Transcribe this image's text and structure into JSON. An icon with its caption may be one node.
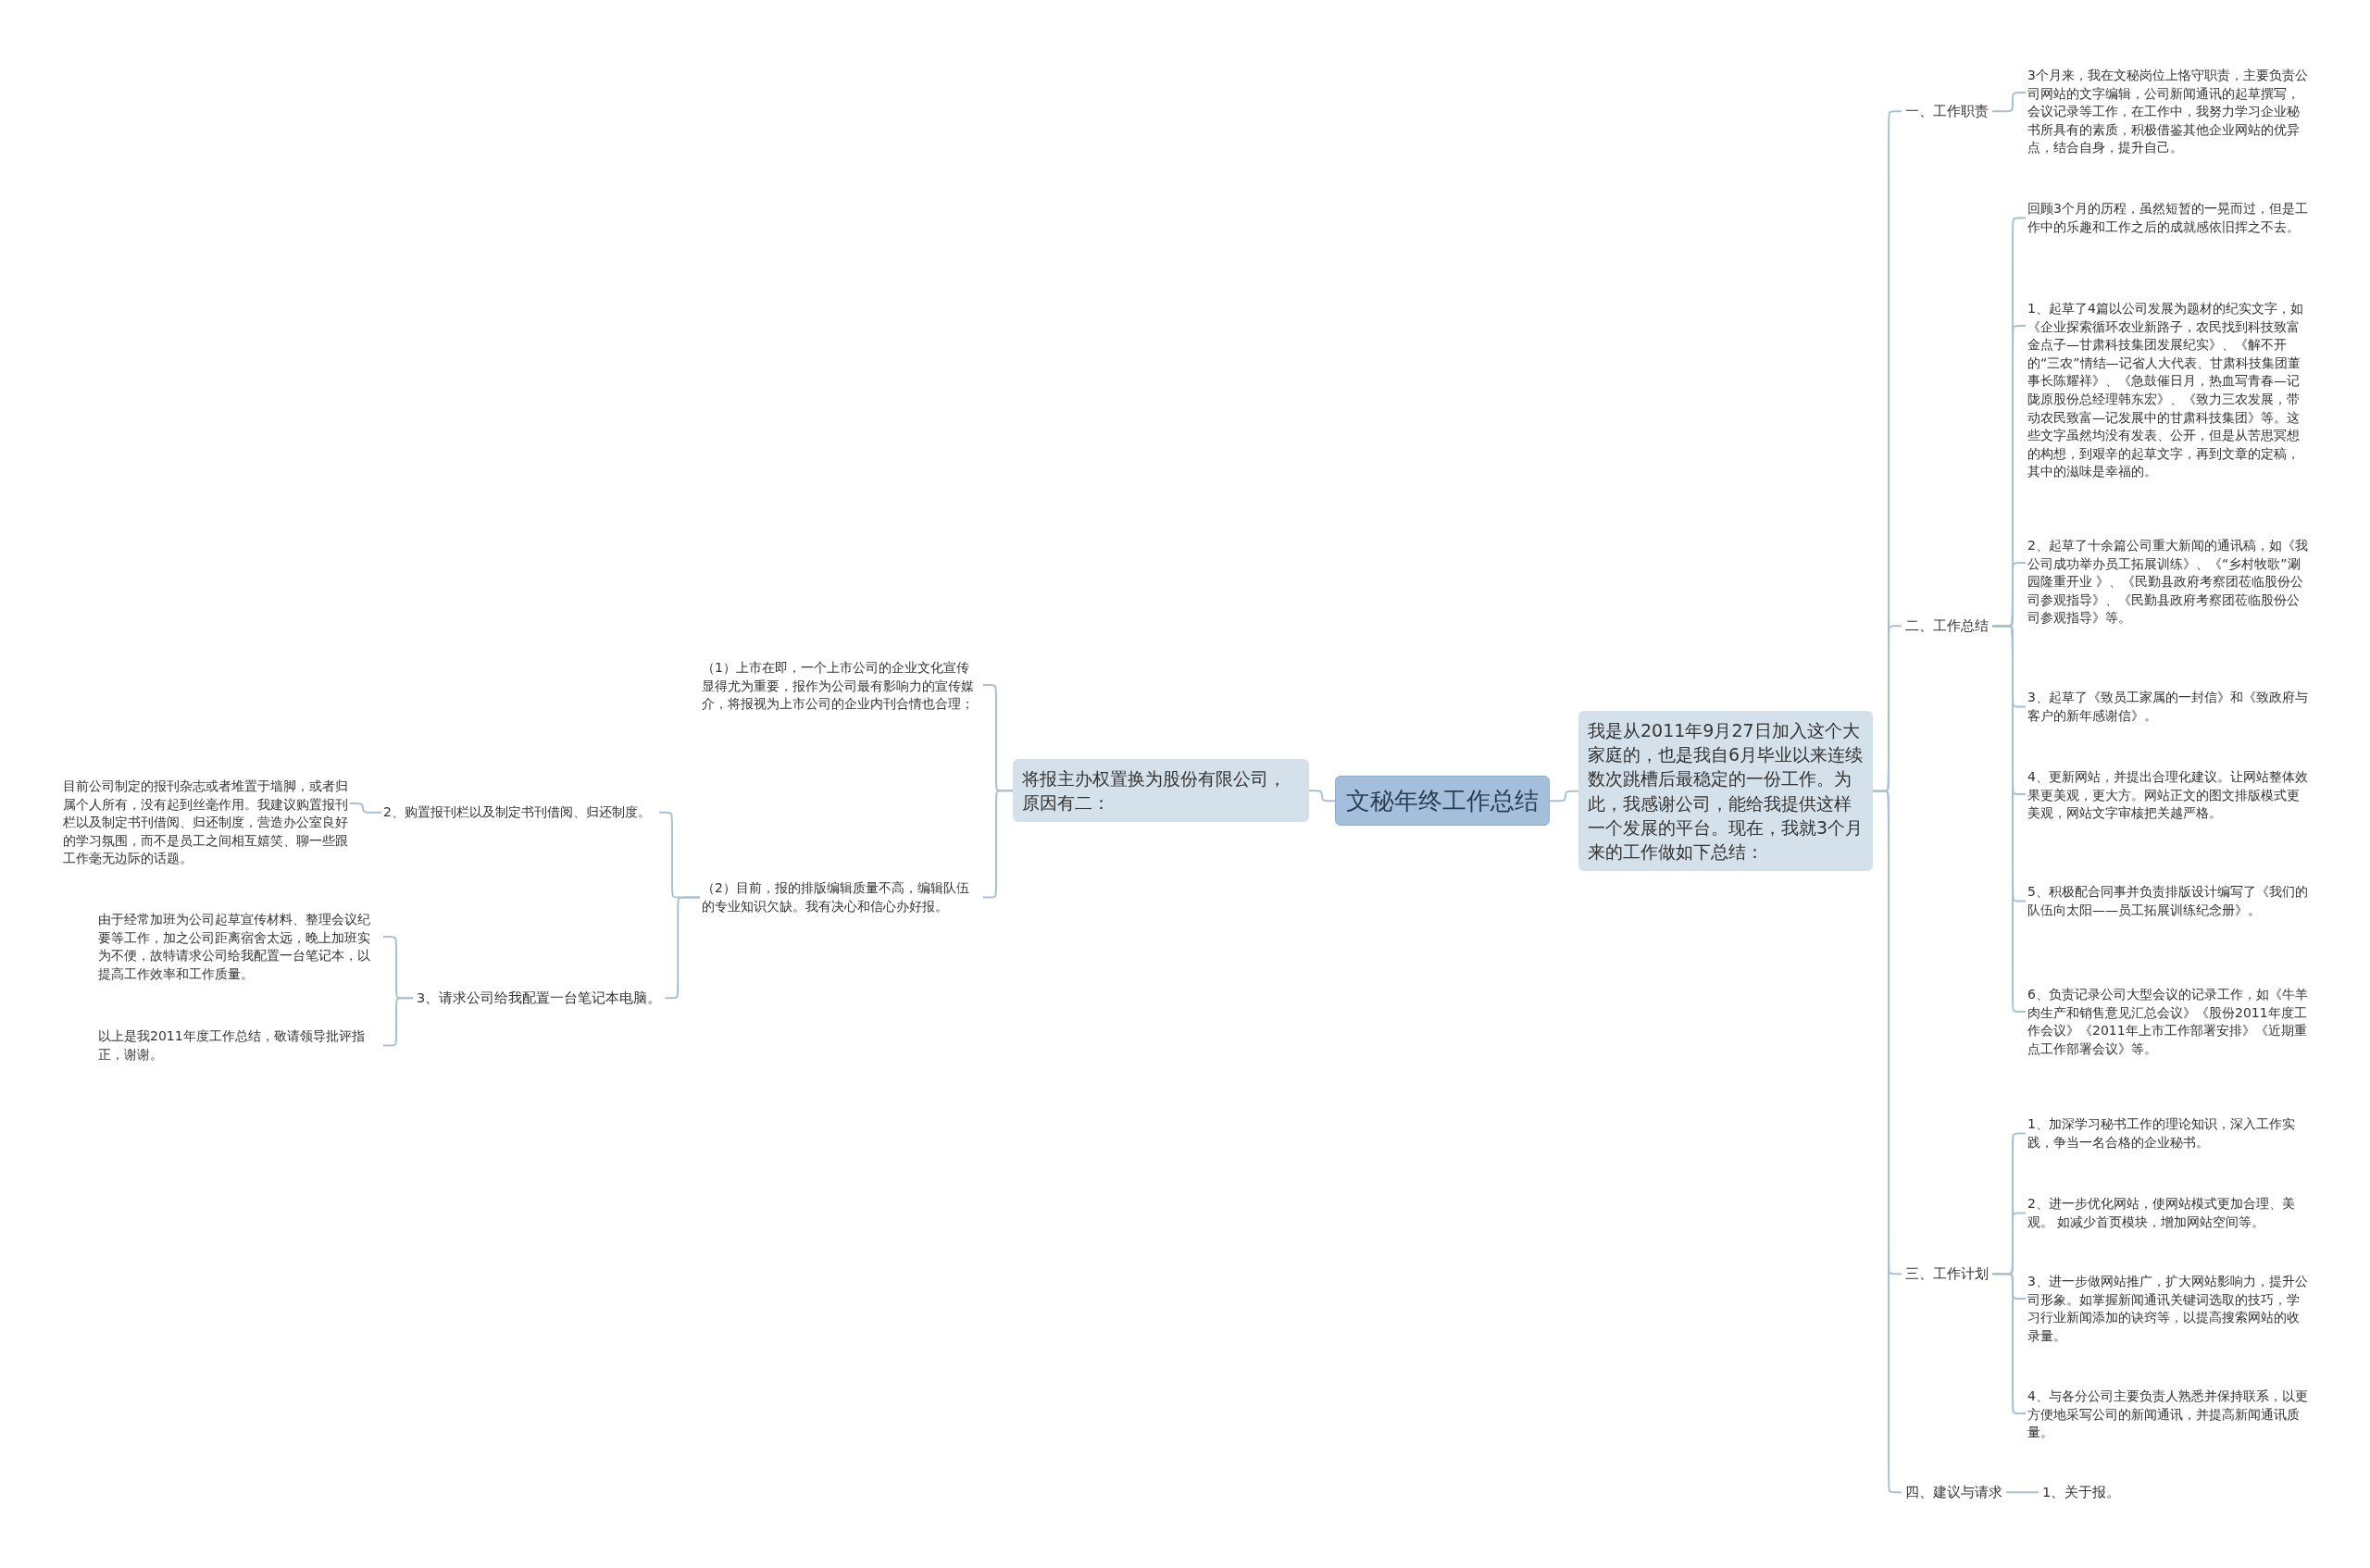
{
  "diagram": {
    "nodes": [
      {
        "text": [
          "文秘年终工作总结"
        ]
      },
      {
        "text": [
          "我是从2011年9月27日加入这个大家庭的，也是我自6月毕业以来连续数次跳槽后最稳定的一份工作。为此，我感谢公司，能给我提供这样一个发展的平台。现在，我就3个月来的工作做如下总结："
        ]
      },
      {
        "text": [
          "一、工作职责"
        ]
      },
      {
        "text": [
          "3个月来，我在文秘岗位上恪守职责，主要负责公司网站的文字编辑，公司新闻通讯的起草撰写，会议记录等工作，在工作中，我努力学习企业秘书所具有的素质，积极借鉴其他企业网站的优异点，结合自身，提升自己。"
        ]
      },
      {
        "text": [
          "二、工作总结"
        ]
      },
      {
        "text": [
          "回顾3个月的历程，虽然短暂的一晃而过，但是工作中的乐趣和工作之后的成就感依旧挥之不去。"
        ]
      },
      {
        "text": [
          "1、起草了4篇以公司发展为题材的纪实文字，如《企业探索循环农业新路子，农民找到科技致富金点子—甘肃科技集团发展纪实》、《解不开的“三农”情结—记省人大代表、甘肃科技集团董事长陈耀祥》、《急鼓催日月，热血写青春—记陇原股份总经理韩东宏》、《致力三农发展，带动农民致富—记发展中的甘肃科技集团》等。这些文字虽然均没有发表、公开，但是从苦思冥想的构想，到艰辛的起草文字，再到文章的定稿，其中的滋味是幸福的。"
        ]
      },
      {
        "text": [
          "2、起草了十余篇公司重大新闻的通讯稿，如《我公司成功举办员工拓展训练》、《“乡村牧歌”涮园隆重开业 》、《民勤县政府考察团莅临股份公司参观指导》、《民勤县政府考察团莅临股份公司参观指导》等。"
        ]
      },
      {
        "text": [
          "3、起草了《致员工家属的一封信》和《致政府与客户的新年感谢信》。"
        ]
      },
      {
        "text": [
          "4、更新网站，并提出合理化建议。让网站整体效果更美观，更大方。网站正文的图文排版模式更美观，网站文字审核把关越严格。"
        ]
      },
      {
        "text": [
          "5、积极配合同事并负责排版设计编写了《我们的队伍向太阳——员工拓展训练纪念册》。"
        ]
      },
      {
        "text": [
          "6、负责记录公司大型会议的记录工作，如《牛羊肉生产和销售意见汇总会议》《股份2011年度工作会议》《2011年上市工作部署安排》《近期重点工作部署会议》等。"
        ]
      },
      {
        "text": [
          "三、工作计划"
        ]
      },
      {
        "text": [
          "1、加深学习秘书工作的理论知识，深入工作实践，争当一名合格的企业秘书。"
        ]
      },
      {
        "text": [
          "2、进一步优化网站，使网站模式更加合理、美观。 如减少首页模块，增加网站空间等。"
        ]
      },
      {
        "text": [
          "3、进一步做网站推广，扩大网站影响力，提升公司形象。如掌握新闻通讯关键词选取的技巧，学习行业新闻添加的诀窍等，以提高搜索网站的收录量。"
        ]
      },
      {
        "text": [
          "4、与各分公司主要负责人熟悉并保持联系，以更方便地采写公司的新闻通讯，并提高新闻通讯质量。"
        ]
      },
      {
        "text": [
          "四、建议与请求"
        ]
      },
      {
        "text": [
          "1、关于报。"
        ]
      },
      {
        "text": [
          "将报主办权置换为股份有限公司，原因有二："
        ]
      },
      {
        "text": [
          "（1）上市在即，一个上市公司的企业文化宣传显得尤为重要，报作为公司最有影响力的宣传媒介，将报视为上市公司的企业内刊合情也合理；"
        ]
      },
      {
        "text": [
          "（2）目前，报的排版编辑质量不高，编辑队伍的专业知识欠缺。我有决心和信心办好报。"
        ]
      },
      {
        "text": [
          "2、购置报刊栏以及制定书刊借阅、归还制度。"
        ]
      },
      {
        "text": [
          "目前公司制定的报刊杂志或者堆置于墙脚，或者归属个人所有，没有起到丝毫作用。我建议购置报刊栏以及制定书刊借阅、归还制度，营造办公室良好的学习氛围，而不是员工之间相互嬉笑、聊一些跟工作毫无边际的话题。"
        ]
      },
      {
        "text": [
          "3、请求公司给我配置一台笔记本电脑。"
        ]
      },
      {
        "text": [
          "由于经常加班为公司起草宣传材料、整理会议纪要等工作，加之公司距离宿舍太远，晚上加班实为不便，故特请求公司给我配置一台笔记本，以提高工作效率和工作质量。"
        ]
      },
      {
        "text": [
          "以上是我2011年度工作总结，敬请领导批评指正，谢谢。"
        ]
      }
    ],
    "edges": [
      {
        "from": 0,
        "to": 1,
        "arrow": "none"
      },
      {
        "from": 1,
        "to": 2,
        "arrow": "none"
      },
      {
        "from": 2,
        "to": 3,
        "arrow": "none"
      },
      {
        "from": 1,
        "to": 4,
        "arrow": "none"
      },
      {
        "from": 4,
        "to": 5,
        "arrow": "none"
      },
      {
        "from": 4,
        "to": 6,
        "arrow": "none"
      },
      {
        "from": 4,
        "to": 7,
        "arrow": "none"
      },
      {
        "from": 4,
        "to": 8,
        "arrow": "none"
      },
      {
        "from": 4,
        "to": 9,
        "arrow": "none"
      },
      {
        "from": 4,
        "to": 10,
        "arrow": "none"
      },
      {
        "from": 4,
        "to": 11,
        "arrow": "none"
      },
      {
        "from": 1,
        "to": 12,
        "arrow": "none"
      },
      {
        "from": 12,
        "to": 13,
        "arrow": "none"
      },
      {
        "from": 12,
        "to": 14,
        "arrow": "none"
      },
      {
        "from": 12,
        "to": 15,
        "arrow": "none"
      },
      {
        "from": 12,
        "to": 16,
        "arrow": "none"
      },
      {
        "from": 1,
        "to": 17,
        "arrow": "none"
      },
      {
        "from": 17,
        "to": 18,
        "arrow": "none"
      },
      {
        "from": 0,
        "to": 19,
        "arrow": "none"
      },
      {
        "from": 19,
        "to": 20,
        "arrow": "none"
      },
      {
        "from": 19,
        "to": 21,
        "arrow": "none"
      },
      {
        "from": 21,
        "to": 22,
        "arrow": "none"
      },
      {
        "from": 22,
        "to": 23,
        "arrow": "none"
      },
      {
        "from": 21,
        "to": 24,
        "arrow": "none"
      },
      {
        "from": 24,
        "to": 25,
        "arrow": "none"
      },
      {
        "from": 24,
        "to": 26,
        "arrow": "none"
      }
    ]
  }
}
